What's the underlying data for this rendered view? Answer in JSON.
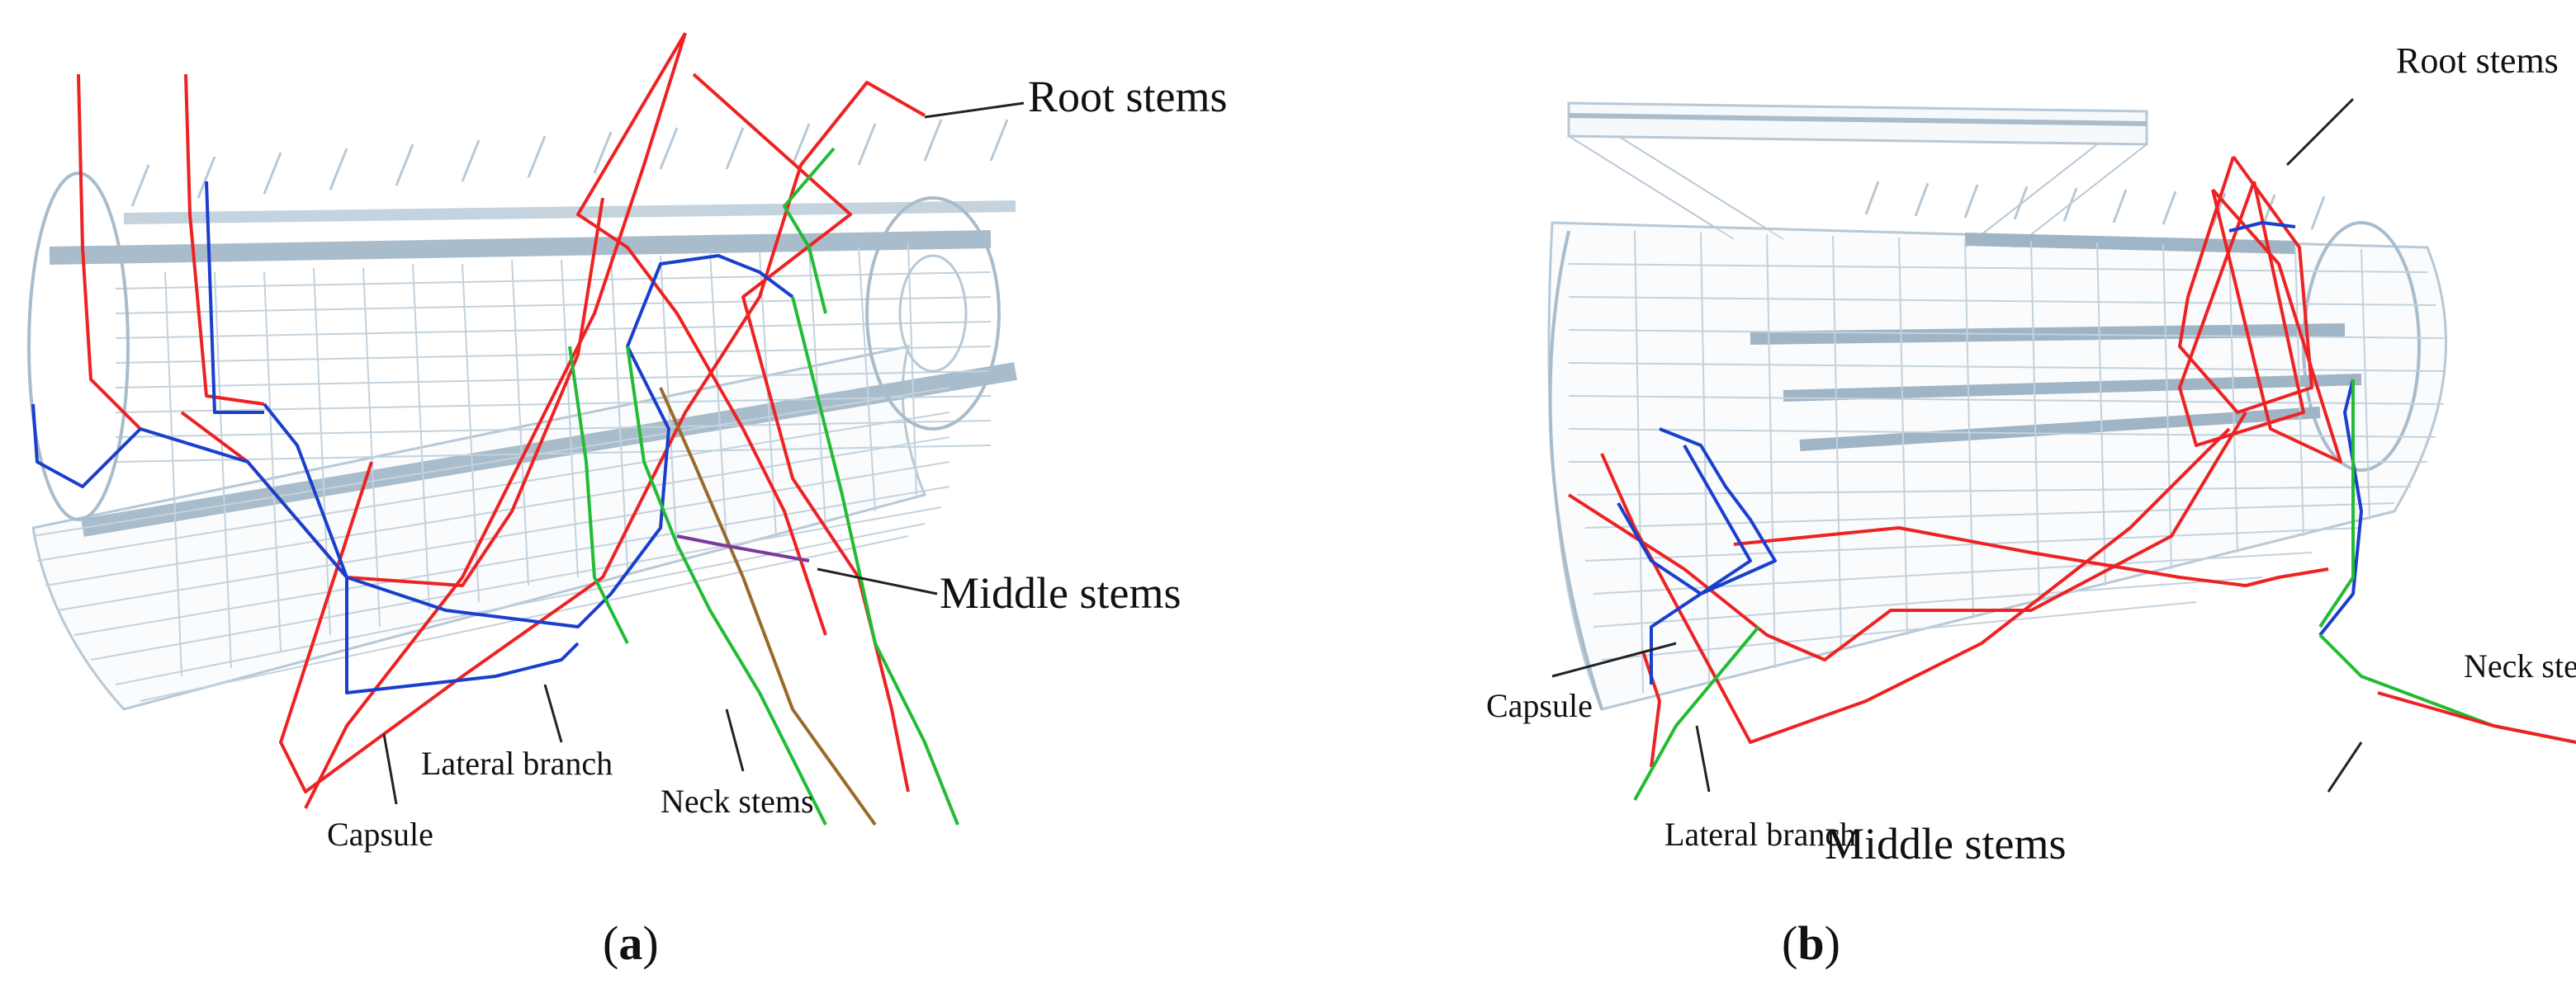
{
  "panel_a": {
    "labels": {
      "root_stems": "Root stems",
      "middle_stems": "Middle stems",
      "lateral_branch": "Lateral branch",
      "neck_stems": "Neck stems",
      "capsule": "Capsule"
    },
    "caption_letter": "a"
  },
  "panel_b": {
    "labels": {
      "root_stems": "Root stems",
      "neck_stems": "Neck stems",
      "capsule": "Capsule",
      "lateral_branch": "Lateral branch",
      "middle_stems": "Middle stems"
    },
    "caption_letter": "b"
  },
  "colors": {
    "wireframe": "#b7c8d6",
    "wireframe_dark": "#8fa6b8",
    "stem_red": "#ee2222",
    "stem_blue": "#1a3fcc",
    "stem_green": "#22bb33",
    "leader_line": "#222222"
  }
}
